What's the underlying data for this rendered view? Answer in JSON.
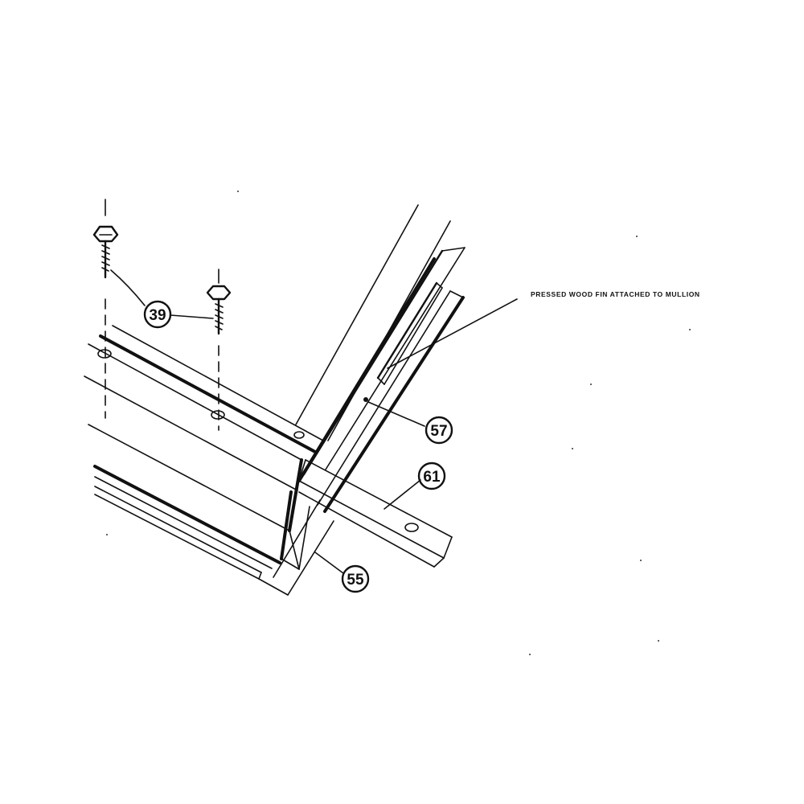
{
  "diagram": {
    "note": "PRESSED WOOD FIN ATTACHED TO MULLION",
    "callouts": {
      "screws": "39",
      "fin": "57",
      "angle": "61",
      "frame": "55"
    }
  }
}
